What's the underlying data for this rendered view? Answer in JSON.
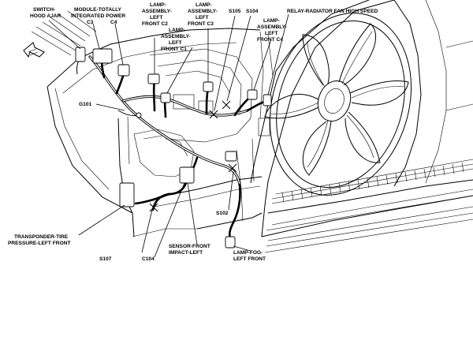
{
  "labels": {
    "switch_hood_ajar_1": "SWITCH-",
    "switch_hood_ajar_2": "HOOD AJAR",
    "module_tip_1": "MODULE-TOTALLY",
    "module_tip_2": "INTEGRATED POWER",
    "module_tip_c3": "C3",
    "module_tip_c4": "C4",
    "lamp_lf_c2_1": "LAMP-",
    "lamp_lf_c2_2": "ASSEMBLY-",
    "lamp_lf_c2_3": "LEFT",
    "lamp_lf_c2_4": "FRONT C2",
    "lamp_lf_c3_1": "LAMP-",
    "lamp_lf_c3_2": "ASSEMBLY-",
    "lamp_lf_c3_3": "LEFT",
    "lamp_lf_c3_4": "FRONT C3",
    "s105": "S105",
    "s104": "S104",
    "lamp_lf_c4_1": "LAMP-",
    "lamp_lf_c4_2": "ASSEMBLY-",
    "lamp_lf_c4_3": "LEFT",
    "lamp_lf_c4_4": "FRONT C4",
    "relay_fan": "RELAY-RADIATOR FAN HIGH SPEED",
    "lamp_lf_c1_1": "LAMP-",
    "lamp_lf_c1_2": "ASSEMBLY-",
    "lamp_lf_c1_3": "LEFT",
    "lamp_lf_c1_4": "FRONT C1",
    "g101": "G101",
    "s102": "S102",
    "tpms_1": "TRANSPONDER-TIRE",
    "tpms_2": "PRESSURE-LEFT FRONT",
    "sensor_1": "SENSOR-FRONT",
    "sensor_2": "IMPACT-LEFT",
    "lamp_fog_1": "LAMP-FOG-",
    "lamp_fog_2": "LEFT FRONT",
    "s107": "S107",
    "c104": "C104"
  }
}
